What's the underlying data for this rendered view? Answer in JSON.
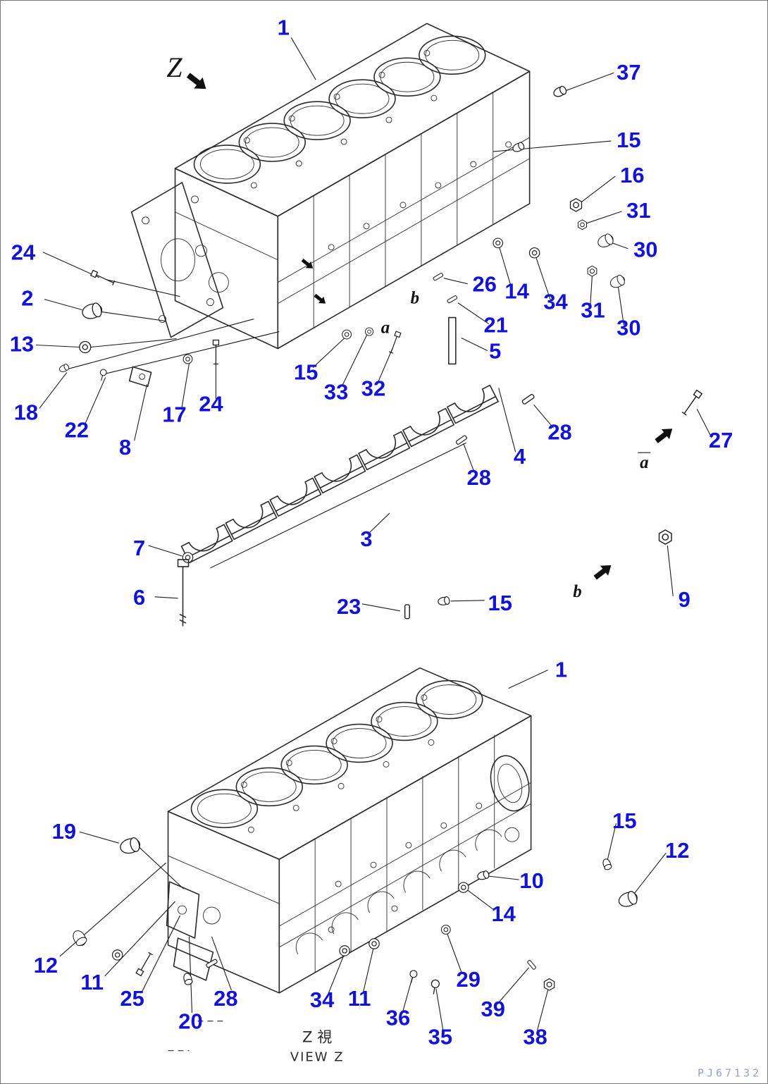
{
  "view_markers": {
    "z_top": "Z",
    "marker_b_small": "b",
    "marker_a_small": "a",
    "detail_a": "a",
    "detail_b": "b"
  },
  "caption": {
    "jp": "Z 視",
    "en": "VIEW Z"
  },
  "footer_code": "PJ67132",
  "callouts": [
    {
      "label": "1"
    },
    {
      "label": "37"
    },
    {
      "label": "15"
    },
    {
      "label": "16"
    },
    {
      "label": "31"
    },
    {
      "label": "30"
    },
    {
      "label": "24"
    },
    {
      "label": "2"
    },
    {
      "label": "26"
    },
    {
      "label": "14"
    },
    {
      "label": "34"
    },
    {
      "label": "31"
    },
    {
      "label": "30"
    },
    {
      "label": "13"
    },
    {
      "label": "21"
    },
    {
      "label": "5"
    },
    {
      "label": "18"
    },
    {
      "label": "22"
    },
    {
      "label": "8"
    },
    {
      "label": "17"
    },
    {
      "label": "24"
    },
    {
      "label": "15"
    },
    {
      "label": "33"
    },
    {
      "label": "32"
    },
    {
      "label": "28"
    },
    {
      "label": "4"
    },
    {
      "label": "27"
    },
    {
      "label": "28"
    },
    {
      "label": "3"
    },
    {
      "label": "7"
    },
    {
      "label": "6"
    },
    {
      "label": "9"
    },
    {
      "label": "23"
    },
    {
      "label": "15"
    },
    {
      "label": "1"
    },
    {
      "label": "19"
    },
    {
      "label": "15"
    },
    {
      "label": "12"
    },
    {
      "label": "10"
    },
    {
      "label": "14"
    },
    {
      "label": "12"
    },
    {
      "label": "11"
    },
    {
      "label": "25"
    },
    {
      "label": "20"
    },
    {
      "label": "28"
    },
    {
      "label": "34"
    },
    {
      "label": "11"
    },
    {
      "label": "36"
    },
    {
      "label": "35"
    },
    {
      "label": "29"
    },
    {
      "label": "39"
    },
    {
      "label": "38"
    }
  ]
}
